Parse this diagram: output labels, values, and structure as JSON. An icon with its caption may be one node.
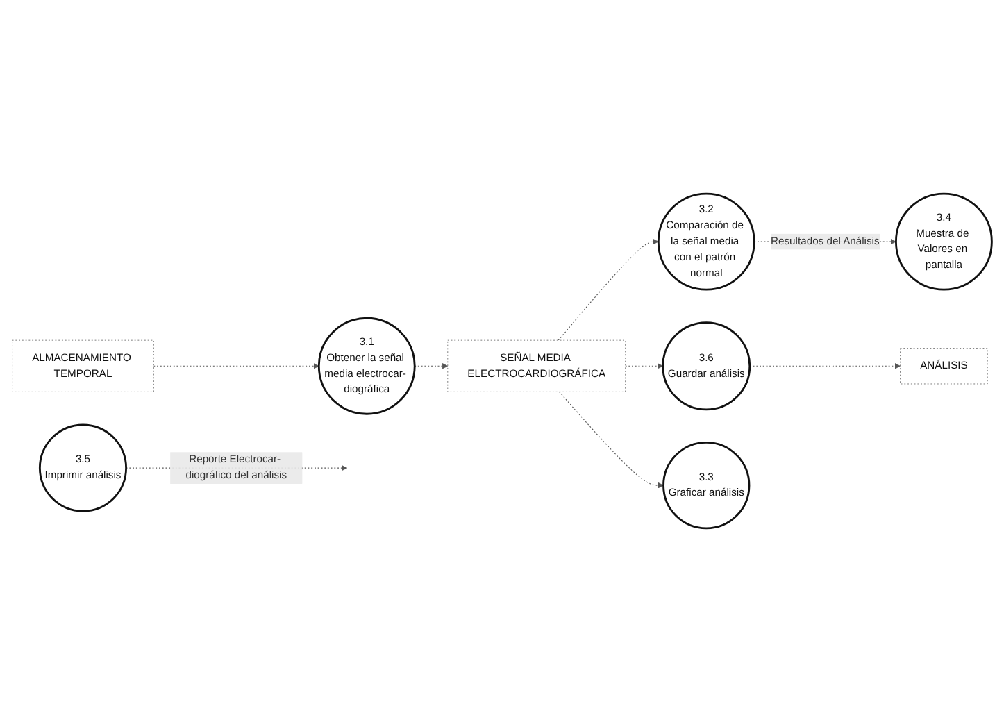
{
  "diagram": {
    "nodes": [
      {
        "text": [
          "ALMACENAMIENTO TEMPORAL"
        ]
      },
      {
        "text": [
          "3.1",
          "Obtener la señal media electrocar- diográfica"
        ]
      },
      {
        "text": [
          "3.2",
          "Comparación de la señal media con el patrón normal"
        ]
      },
      {
        "text": [
          "3.4",
          "Muestra de Valores en pantalla"
        ]
      },
      {
        "text": [
          "3.6",
          "Guardar análisis"
        ]
      },
      {
        "text": [
          "SEÑAL MEDIA ELECTROCARDIOGRÁFICA"
        ]
      },
      {
        "text": [
          "3.3",
          "Graficar análisis"
        ]
      },
      {
        "text": [
          "3.5",
          "Imprimir análisis"
        ]
      },
      {
        "text": [
          "ANÁLISIS"
        ]
      }
    ],
    "edges": [
      {
        "from": 0,
        "to": 1,
        "arrow": "to"
      },
      {
        "from": 1,
        "to": 5,
        "arrow": "to"
      },
      {
        "from": 5,
        "to": 2,
        "arrow": "to"
      },
      {
        "from": 2,
        "to": 3,
        "arrow": "to",
        "label": "Resultados del Análisis"
      },
      {
        "from": 5,
        "to": 6,
        "arrow": "to"
      },
      {
        "from": 5,
        "to": 4,
        "arrow": "to"
      },
      {
        "from": 4,
        "to": 8,
        "arrow": "to"
      },
      {
        "from": 7,
        "to": null,
        "arrow": "to",
        "label": "Reporte Electrocar- diográfico del análisis"
      }
    ]
  }
}
